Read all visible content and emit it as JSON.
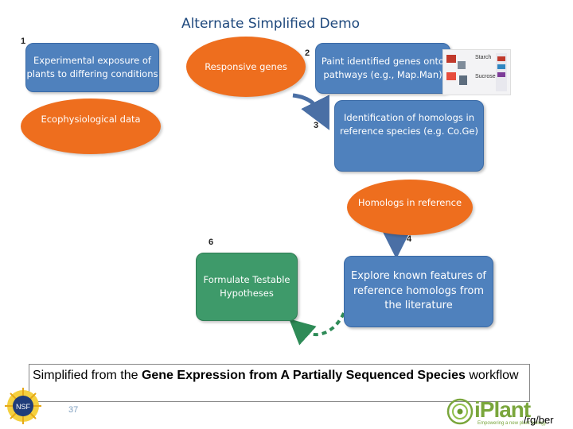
{
  "title": "Alternate Simplified Demo",
  "steps": {
    "s1": "1",
    "s2": "2",
    "s3": "3",
    "s4": "4",
    "s6": "6"
  },
  "nodes": {
    "experimental": "Experimental exposure of plants to differing conditions",
    "responsive": "Responsive genes",
    "ecophys": "Ecophysiological data",
    "paint": "Paint identified genes onto pathways (e.g., Map.Man)",
    "identification": "Identification of homologs in reference species (e.g. Co.Ge)",
    "homologs": "Homologs in reference",
    "explore": "Explore known features of reference homologs from the literature",
    "formulate": "Formulate Testable Hypotheses"
  },
  "thumbnail": {
    "label1": "Starch",
    "label2": "Sucrose"
  },
  "caption": {
    "prefix": "Simplified from the ",
    "bold1": "Gene Expression from A Partially Sequenced Species",
    "suffix": " workflow"
  },
  "footer": {
    "page": "37",
    "right_text": "/rg/ber",
    "logo_text": "iPlant",
    "logo_tagline": "Empowering a new plant biology"
  },
  "colors": {
    "blue": "#4f81bd",
    "orange": "#ee6e1e",
    "green": "#3e9a6a",
    "arrow": "#4a6fa5",
    "dashed": "#2e8b57"
  }
}
